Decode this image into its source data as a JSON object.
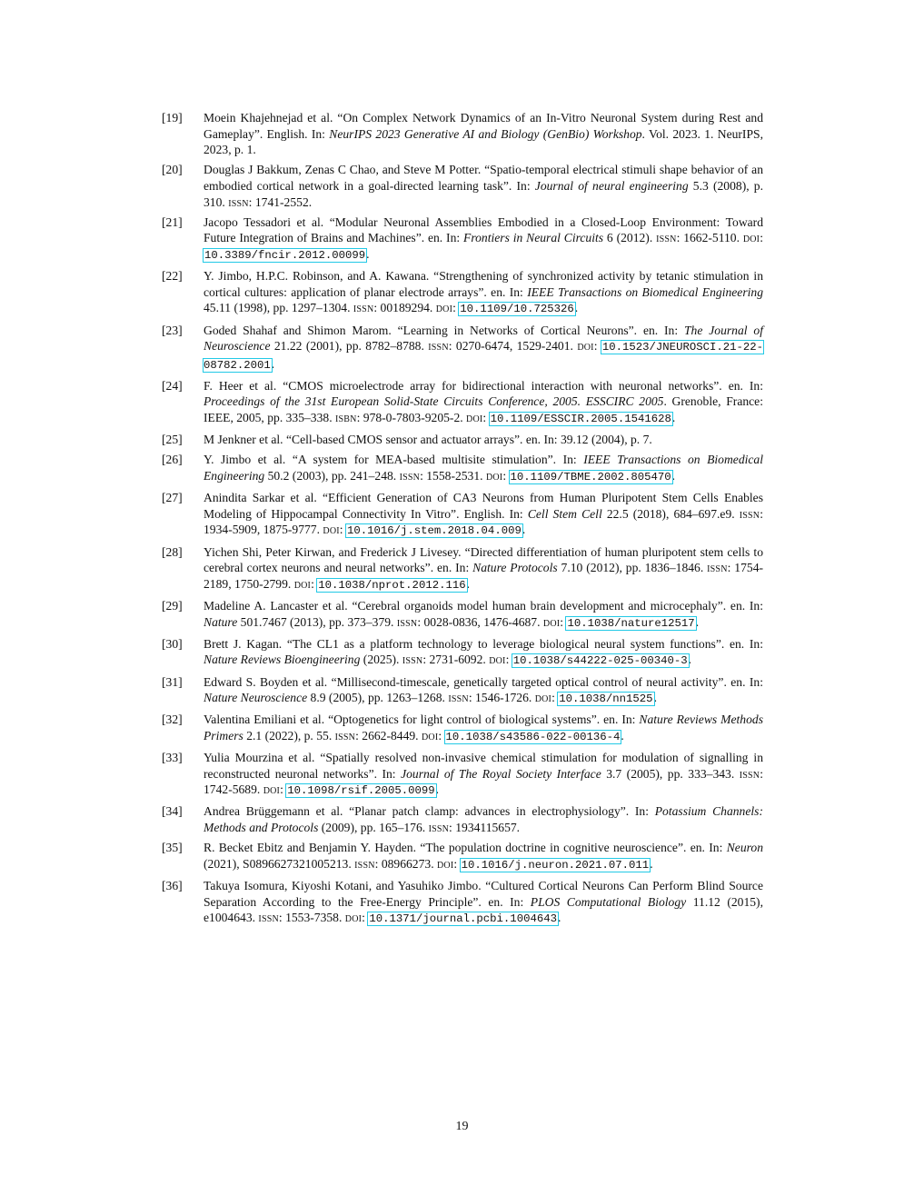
{
  "page_number": "19",
  "references": [
    {
      "num": "[19]",
      "segments": [
        {
          "t": "Moein Khajehnejad et al. “On Complex Network Dynamics of an In-Vitro Neuronal System during Rest and Gameplay”. English. In: "
        },
        {
          "t": "NeurIPS 2023 Generative AI and Biology (GenBio) Workshop",
          "s": "italic"
        },
        {
          "t": ". Vol. 2023. 1. NeurIPS, 2023, p. 1."
        }
      ]
    },
    {
      "num": "[20]",
      "segments": [
        {
          "t": "Douglas J Bakkum, Zenas C Chao, and Steve M Potter. “Spatio-temporal electrical stimuli shape behavior of an embodied cortical network in a goal-directed learning task”. In: "
        },
        {
          "t": "Journal of neural engineering",
          "s": "italic"
        },
        {
          "t": " 5.3 (2008), p. 310. "
        },
        {
          "t": "issn",
          "s": "sc"
        },
        {
          "t": ": 1741-2552."
        }
      ]
    },
    {
      "num": "[21]",
      "segments": [
        {
          "t": "Jacopo Tessadori et al. “Modular Neuronal Assemblies Embodied in a Closed-Loop Environment: Toward Future Integration of Brains and Machines”. en. In: "
        },
        {
          "t": "Frontiers in Neural Circuits",
          "s": "italic"
        },
        {
          "t": " 6 (2012). "
        },
        {
          "t": "issn",
          "s": "sc"
        },
        {
          "t": ": 1662-5110. "
        },
        {
          "t": "doi",
          "s": "sc"
        },
        {
          "t": ": "
        },
        {
          "t": "10.3389/fncir.2012.00099",
          "s": "link"
        },
        {
          "t": "."
        }
      ]
    },
    {
      "num": "[22]",
      "segments": [
        {
          "t": "Y. Jimbo, H.P.C. Robinson, and A. Kawana. “Strengthening of synchronized activity by tetanic stimulation in cortical cultures: application of planar electrode arrays”. en. In: "
        },
        {
          "t": "IEEE Transactions on Biomedical Engineering",
          "s": "italic"
        },
        {
          "t": " 45.11 (1998), pp. 1297–1304. "
        },
        {
          "t": "issn",
          "s": "sc"
        },
        {
          "t": ": 00189294. "
        },
        {
          "t": "doi",
          "s": "sc"
        },
        {
          "t": ": "
        },
        {
          "t": "10.1109/10.725326",
          "s": "link"
        },
        {
          "t": "."
        }
      ]
    },
    {
      "num": "[23]",
      "segments": [
        {
          "t": "Goded Shahaf and Shimon Marom. “Learning in Networks of Cortical Neurons”. en. In: "
        },
        {
          "t": "The Journal of Neuroscience",
          "s": "italic"
        },
        {
          "t": " 21.22 (2001), pp. 8782–8788. "
        },
        {
          "t": "issn",
          "s": "sc"
        },
        {
          "t": ": 0270-6474, 1529-2401. "
        },
        {
          "t": "doi",
          "s": "sc"
        },
        {
          "t": ": "
        },
        {
          "t": "10.1523/JNEUROSCI.21-22-08782.2001",
          "s": "link"
        },
        {
          "t": "."
        }
      ]
    },
    {
      "num": "[24]",
      "segments": [
        {
          "t": "F. Heer et al. “CMOS microelectrode array for bidirectional interaction with neuronal networks”. en. In: "
        },
        {
          "t": "Proceedings of the 31st European Solid-State Circuits Conference, 2005. ESSCIRC 2005",
          "s": "italic"
        },
        {
          "t": ". Grenoble, France: IEEE, 2005, pp. 335–338. "
        },
        {
          "t": "isbn",
          "s": "sc"
        },
        {
          "t": ": 978-0-7803-9205-2. "
        },
        {
          "t": "doi",
          "s": "sc"
        },
        {
          "t": ": "
        },
        {
          "t": "10.1109/ESSCIR.2005.1541628",
          "s": "link"
        },
        {
          "t": "."
        }
      ]
    },
    {
      "num": "[25]",
      "segments": [
        {
          "t": "M Jenkner et al. “Cell-based CMOS sensor and actuator arrays”. en. In: 39.12 (2004), p. 7."
        }
      ]
    },
    {
      "num": "[26]",
      "segments": [
        {
          "t": "Y. Jimbo et al. “A system for MEA-based multisite stimulation”. In: "
        },
        {
          "t": "IEEE Transactions on Biomedical Engineering",
          "s": "italic"
        },
        {
          "t": " 50.2 (2003), pp. 241–248. "
        },
        {
          "t": "issn",
          "s": "sc"
        },
        {
          "t": ": 1558-2531. "
        },
        {
          "t": "doi",
          "s": "sc"
        },
        {
          "t": ": "
        },
        {
          "t": "10.1109/TBME.2002.805470",
          "s": "link"
        },
        {
          "t": "."
        }
      ]
    },
    {
      "num": "[27]",
      "segments": [
        {
          "t": "Anindita Sarkar et al. “Efficient Generation of CA3 Neurons from Human Pluripotent Stem Cells Enables Modeling of Hippocampal Connectivity In Vitro”. English. In: "
        },
        {
          "t": "Cell Stem Cell",
          "s": "italic"
        },
        {
          "t": " 22.5 (2018), 684–697.e9. "
        },
        {
          "t": "issn",
          "s": "sc"
        },
        {
          "t": ": 1934-5909, 1875-9777. "
        },
        {
          "t": "doi",
          "s": "sc"
        },
        {
          "t": ": "
        },
        {
          "t": "10.1016/j.stem.2018.04.009",
          "s": "link"
        },
        {
          "t": "."
        }
      ]
    },
    {
      "num": "[28]",
      "segments": [
        {
          "t": "Yichen Shi, Peter Kirwan, and Frederick J Livesey. “Directed differentiation of human pluripotent stem cells to cerebral cortex neurons and neural networks”. en. In: "
        },
        {
          "t": "Nature Protocols",
          "s": "italic"
        },
        {
          "t": " 7.10 (2012), pp. 1836–1846. "
        },
        {
          "t": "issn",
          "s": "sc"
        },
        {
          "t": ": 1754-2189, 1750-2799. "
        },
        {
          "t": "doi",
          "s": "sc"
        },
        {
          "t": ": "
        },
        {
          "t": "10.1038/nprot.2012.116",
          "s": "link"
        },
        {
          "t": "."
        }
      ]
    },
    {
      "num": "[29]",
      "segments": [
        {
          "t": "Madeline A. Lancaster et al. “Cerebral organoids model human brain development and microcephaly”. en. In: "
        },
        {
          "t": "Nature",
          "s": "italic"
        },
        {
          "t": " 501.7467 (2013), pp. 373–379. "
        },
        {
          "t": "issn",
          "s": "sc"
        },
        {
          "t": ": 0028-0836, 1476-4687. "
        },
        {
          "t": "doi",
          "s": "sc"
        },
        {
          "t": ": "
        },
        {
          "t": "10.1038/nature12517",
          "s": "link"
        },
        {
          "t": "."
        }
      ]
    },
    {
      "num": "[30]",
      "segments": [
        {
          "t": "Brett J. Kagan. “The CL1 as a platform technology to leverage biological neural system functions”. en. In: "
        },
        {
          "t": "Nature Reviews Bioengineering",
          "s": "italic"
        },
        {
          "t": " (2025). "
        },
        {
          "t": "issn",
          "s": "sc"
        },
        {
          "t": ": 2731-6092. "
        },
        {
          "t": "doi",
          "s": "sc"
        },
        {
          "t": ": "
        },
        {
          "t": "10.1038/s44222-025-00340-3",
          "s": "link"
        },
        {
          "t": "."
        }
      ]
    },
    {
      "num": "[31]",
      "segments": [
        {
          "t": "Edward S. Boyden et al. “Millisecond-timescale, genetically targeted optical control of neural activity”. en. In: "
        },
        {
          "t": "Nature Neuroscience",
          "s": "italic"
        },
        {
          "t": " 8.9 (2005), pp. 1263–1268. "
        },
        {
          "t": "issn",
          "s": "sc"
        },
        {
          "t": ": 1546-1726. "
        },
        {
          "t": "doi",
          "s": "sc"
        },
        {
          "t": ": "
        },
        {
          "t": "10.1038/nn1525",
          "s": "link"
        },
        {
          "t": "."
        }
      ]
    },
    {
      "num": "[32]",
      "segments": [
        {
          "t": "Valentina Emiliani et al. “Optogenetics for light control of biological systems”. en. In: "
        },
        {
          "t": "Nature Reviews Methods Primers",
          "s": "italic"
        },
        {
          "t": " 2.1 (2022), p. 55. "
        },
        {
          "t": "issn",
          "s": "sc"
        },
        {
          "t": ": 2662-8449. "
        },
        {
          "t": "doi",
          "s": "sc"
        },
        {
          "t": ": "
        },
        {
          "t": "10.1038/s43586-022-00136-4",
          "s": "link"
        },
        {
          "t": "."
        }
      ]
    },
    {
      "num": "[33]",
      "segments": [
        {
          "t": "Yulia Mourzina et al. “Spatially resolved non-invasive chemical stimulation for modulation of signalling in reconstructed neuronal networks”. In: "
        },
        {
          "t": "Journal of The Royal Society Interface",
          "s": "italic"
        },
        {
          "t": " 3.7 (2005), pp. 333–343. "
        },
        {
          "t": "issn",
          "s": "sc"
        },
        {
          "t": ": 1742-5689. "
        },
        {
          "t": "doi",
          "s": "sc"
        },
        {
          "t": ": "
        },
        {
          "t": "10.1098/rsif.2005.0099",
          "s": "link"
        },
        {
          "t": "."
        }
      ]
    },
    {
      "num": "[34]",
      "segments": [
        {
          "t": "Andrea Brüggemann et al. “Planar patch clamp: advances in electrophysiology”. In: "
        },
        {
          "t": "Potassium Channels: Methods and Protocols",
          "s": "italic"
        },
        {
          "t": " (2009), pp. 165–176. "
        },
        {
          "t": "issn",
          "s": "sc"
        },
        {
          "t": ": 1934115657."
        }
      ]
    },
    {
      "num": "[35]",
      "segments": [
        {
          "t": "R. Becket Ebitz and Benjamin Y. Hayden. “The population doctrine in cognitive neuroscience”. en. In: "
        },
        {
          "t": "Neuron",
          "s": "italic"
        },
        {
          "t": " (2021), S0896627321005213. "
        },
        {
          "t": "issn",
          "s": "sc"
        },
        {
          "t": ": 08966273. "
        },
        {
          "t": "doi",
          "s": "sc"
        },
        {
          "t": ": "
        },
        {
          "t": "10.1016/j.neuron.2021.07.011",
          "s": "link"
        },
        {
          "t": "."
        }
      ]
    },
    {
      "num": "[36]",
      "segments": [
        {
          "t": "Takuya Isomura, Kiyoshi Kotani, and Yasuhiko Jimbo. “Cultured Cortical Neurons Can Perform Blind Source Separation According to the Free-Energy Principle”. en. In: "
        },
        {
          "t": "PLOS Computational Biology",
          "s": "italic"
        },
        {
          "t": " 11.12 (2015), e1004643. "
        },
        {
          "t": "issn",
          "s": "sc"
        },
        {
          "t": ": 1553-7358. "
        },
        {
          "t": "doi",
          "s": "sc"
        },
        {
          "t": ": "
        },
        {
          "t": "10.1371/journal.pcbi.1004643",
          "s": "link"
        },
        {
          "t": "."
        }
      ]
    }
  ]
}
